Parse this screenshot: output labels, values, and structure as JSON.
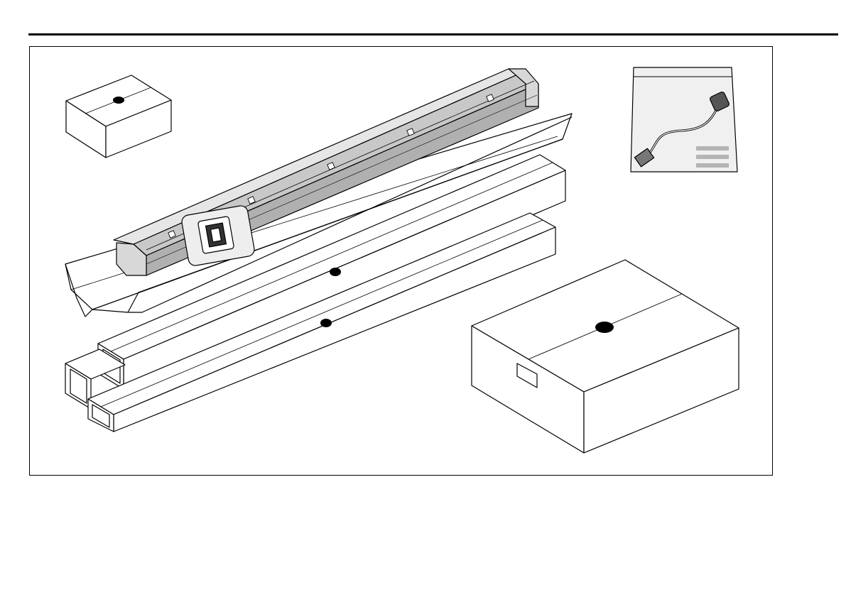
{
  "page": {
    "background": "#ffffff",
    "line_color": "#000000",
    "housing_fill": "#c8c8c8",
    "bag_fill": "#f0f0f0",
    "label_color": "#b4b4b4"
  },
  "components": [
    {
      "id": "small-box",
      "icon": "small-box-icon"
    },
    {
      "id": "operator-housing",
      "icon": "operator-rail-icon"
    },
    {
      "id": "cover-tray",
      "icon": "tray-icon"
    },
    {
      "id": "rail-tube-1",
      "icon": "rail-tube-icon"
    },
    {
      "id": "rail-tube-2",
      "icon": "rail-tube-icon"
    },
    {
      "id": "rail-tube-3",
      "icon": "rail-tube-icon"
    },
    {
      "id": "cable-bag",
      "icon": "cable-bag-icon"
    },
    {
      "id": "large-box",
      "icon": "large-box-icon"
    }
  ]
}
